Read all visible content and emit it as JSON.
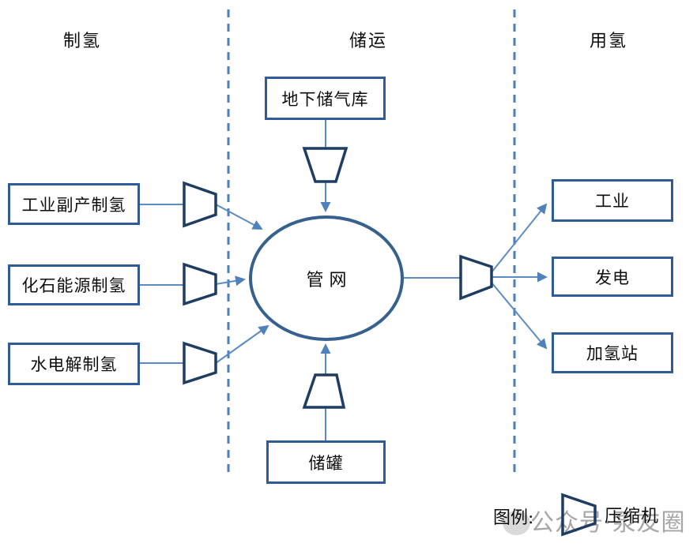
{
  "sections": {
    "production": "制氢",
    "storage_transport": "储运",
    "usage": "用氢"
  },
  "nodes": {
    "underground_gas_storage": "地下储气库",
    "industrial_byproduct_hydrogen": "工业副产制氢",
    "fossil_energy_hydrogen": "化石能源制氢",
    "water_electrolysis_hydrogen": "水电解制氢",
    "pipe_network": "管 网",
    "storage_tank": "储罐",
    "industry": "工业",
    "power_generation": "发电",
    "hydrogen_refueling_station": "加氢站"
  },
  "legend": {
    "label": "图例:",
    "compressor_label": "压缩机"
  },
  "watermark": {
    "text": "公众号·泵友圈"
  },
  "colors": {
    "box_border": "#2f5b99",
    "ellipse_border": "#36618f",
    "compressor_stroke": "#1f3d63",
    "connector": "#5b8ac6",
    "arrowhead": "#4f81bd",
    "dashed_divider": "#4d7fbb",
    "text": "#0d0d0d",
    "watermark_gray": "#a6a6a6"
  }
}
